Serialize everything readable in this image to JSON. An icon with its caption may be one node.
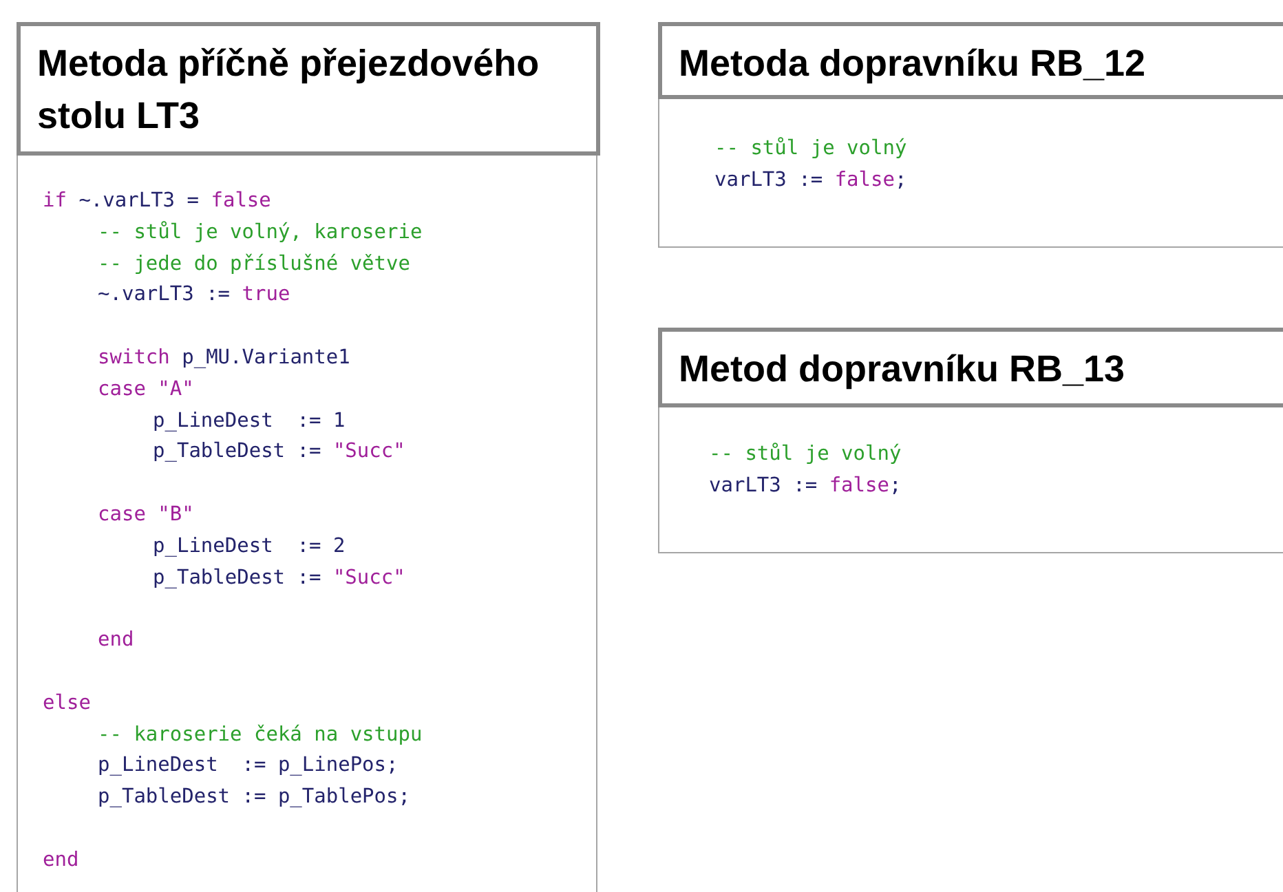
{
  "diagram": {
    "nodes": [
      {
        "text": [
          "Metoda příčně přejezdového stolu LT3"
        ]
      },
      {
        "text": [
          "if ~.varLT3 = false",
          "-- stůl je volný, karoserie",
          "-- jede do příslušné větve",
          "~.varLT3 := true",
          "switch p_MU.Variante1",
          "case \"A\"",
          "p_LineDest  := 1",
          "p_TableDest := \"Succ\"",
          "case \"B\"",
          "p_LineDest  := 2",
          "p_TableDest := \"Succ\"",
          "end",
          "else",
          "-- karoserie čeká na vstupu",
          "p_LineDest  := p_LinePos;",
          "p_TableDest := p_TablePos;",
          "end"
        ]
      },
      {
        "text": [
          "Metoda dopravníku RB_12"
        ]
      },
      {
        "text": [
          "-- stůl je volný",
          "varLT3 := false;"
        ]
      },
      {
        "text": [
          "Metod dopravníku RB_13"
        ]
      },
      {
        "text": [
          "-- stůl je volný",
          "varLT3 := false;"
        ]
      }
    ]
  }
}
